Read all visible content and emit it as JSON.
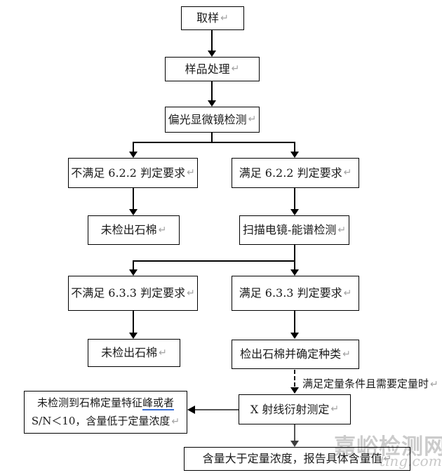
{
  "nodes": {
    "sampling": "取样",
    "sample_processing": "样品处理",
    "plm_detection": "偏光显微镜检测",
    "not_meet_622": "不满足 6.2.2 判定要求",
    "meet_622": "满足 6.2.2 判定要求",
    "no_asbestos_a": "未检出石棉",
    "sem_eds_detection": "扫描电镜-能谱检测",
    "not_meet_633": "不满足 6.3.3 判定要求",
    "meet_633": "满足 6.3.3 判定要求",
    "no_asbestos_b": "未检出石棉",
    "asbestos_confirmed": "检出石棉并确定种类",
    "xrd_measurement": "X 射线衍射测定",
    "below_loq_line1_pre": "未检测到石棉定量特征",
    "below_loq_line1_underlined": "峰或者",
    "below_loq_line2": "S/N＜10，含量低于定量浓度",
    "report_content_value": "含量大于定量浓度，报告具体含量值"
  },
  "annotations": {
    "quant_condition": "满足定量条件且需要定量时"
  },
  "marks": {
    "pilcrow": "↵"
  },
  "watermark": {
    "site_name": "嘉峪检测网",
    "domain_fragment": "ting.com"
  },
  "colors": {
    "box_border": "#000000",
    "line": "#000000",
    "gray_line": "#555555",
    "paragraph_mark": "#a3a3a3",
    "grammar_underline": "#3b6fd4",
    "watermark": "#bfbfbf",
    "background": "#ffffff"
  }
}
